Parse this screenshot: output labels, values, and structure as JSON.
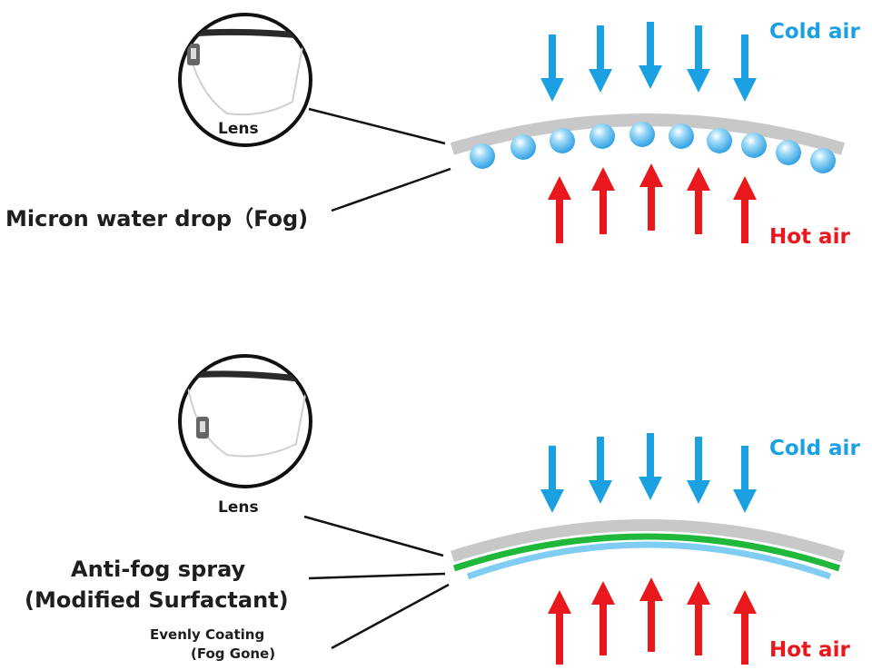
{
  "top": {
    "cold_air": "Cold air",
    "hot_air": "Hot air",
    "lens": "Lens",
    "label": "Micron water drop（Fog)"
  },
  "bottom": {
    "cold_air": "Cold air",
    "hot_air": "Hot air",
    "lens": "Lens",
    "label_line1": "Anti-fog spray",
    "label_line2": "(Modified Surfactant)",
    "sub_line1": "Evenly Coating",
    "sub_line2": "(Fog Gone)"
  },
  "colors": {
    "cold": "#1ba0e2",
    "hot": "#e8181c",
    "lens_gray": "#c8c8c8",
    "coating_green": "#1fb83a",
    "coating_blue": "#7fcdf2",
    "droplet": "#3aa9e8"
  },
  "icons": [
    "glasses-lens-icon",
    "water-droplet-icon",
    "arrow-down-icon",
    "arrow-up-icon"
  ]
}
